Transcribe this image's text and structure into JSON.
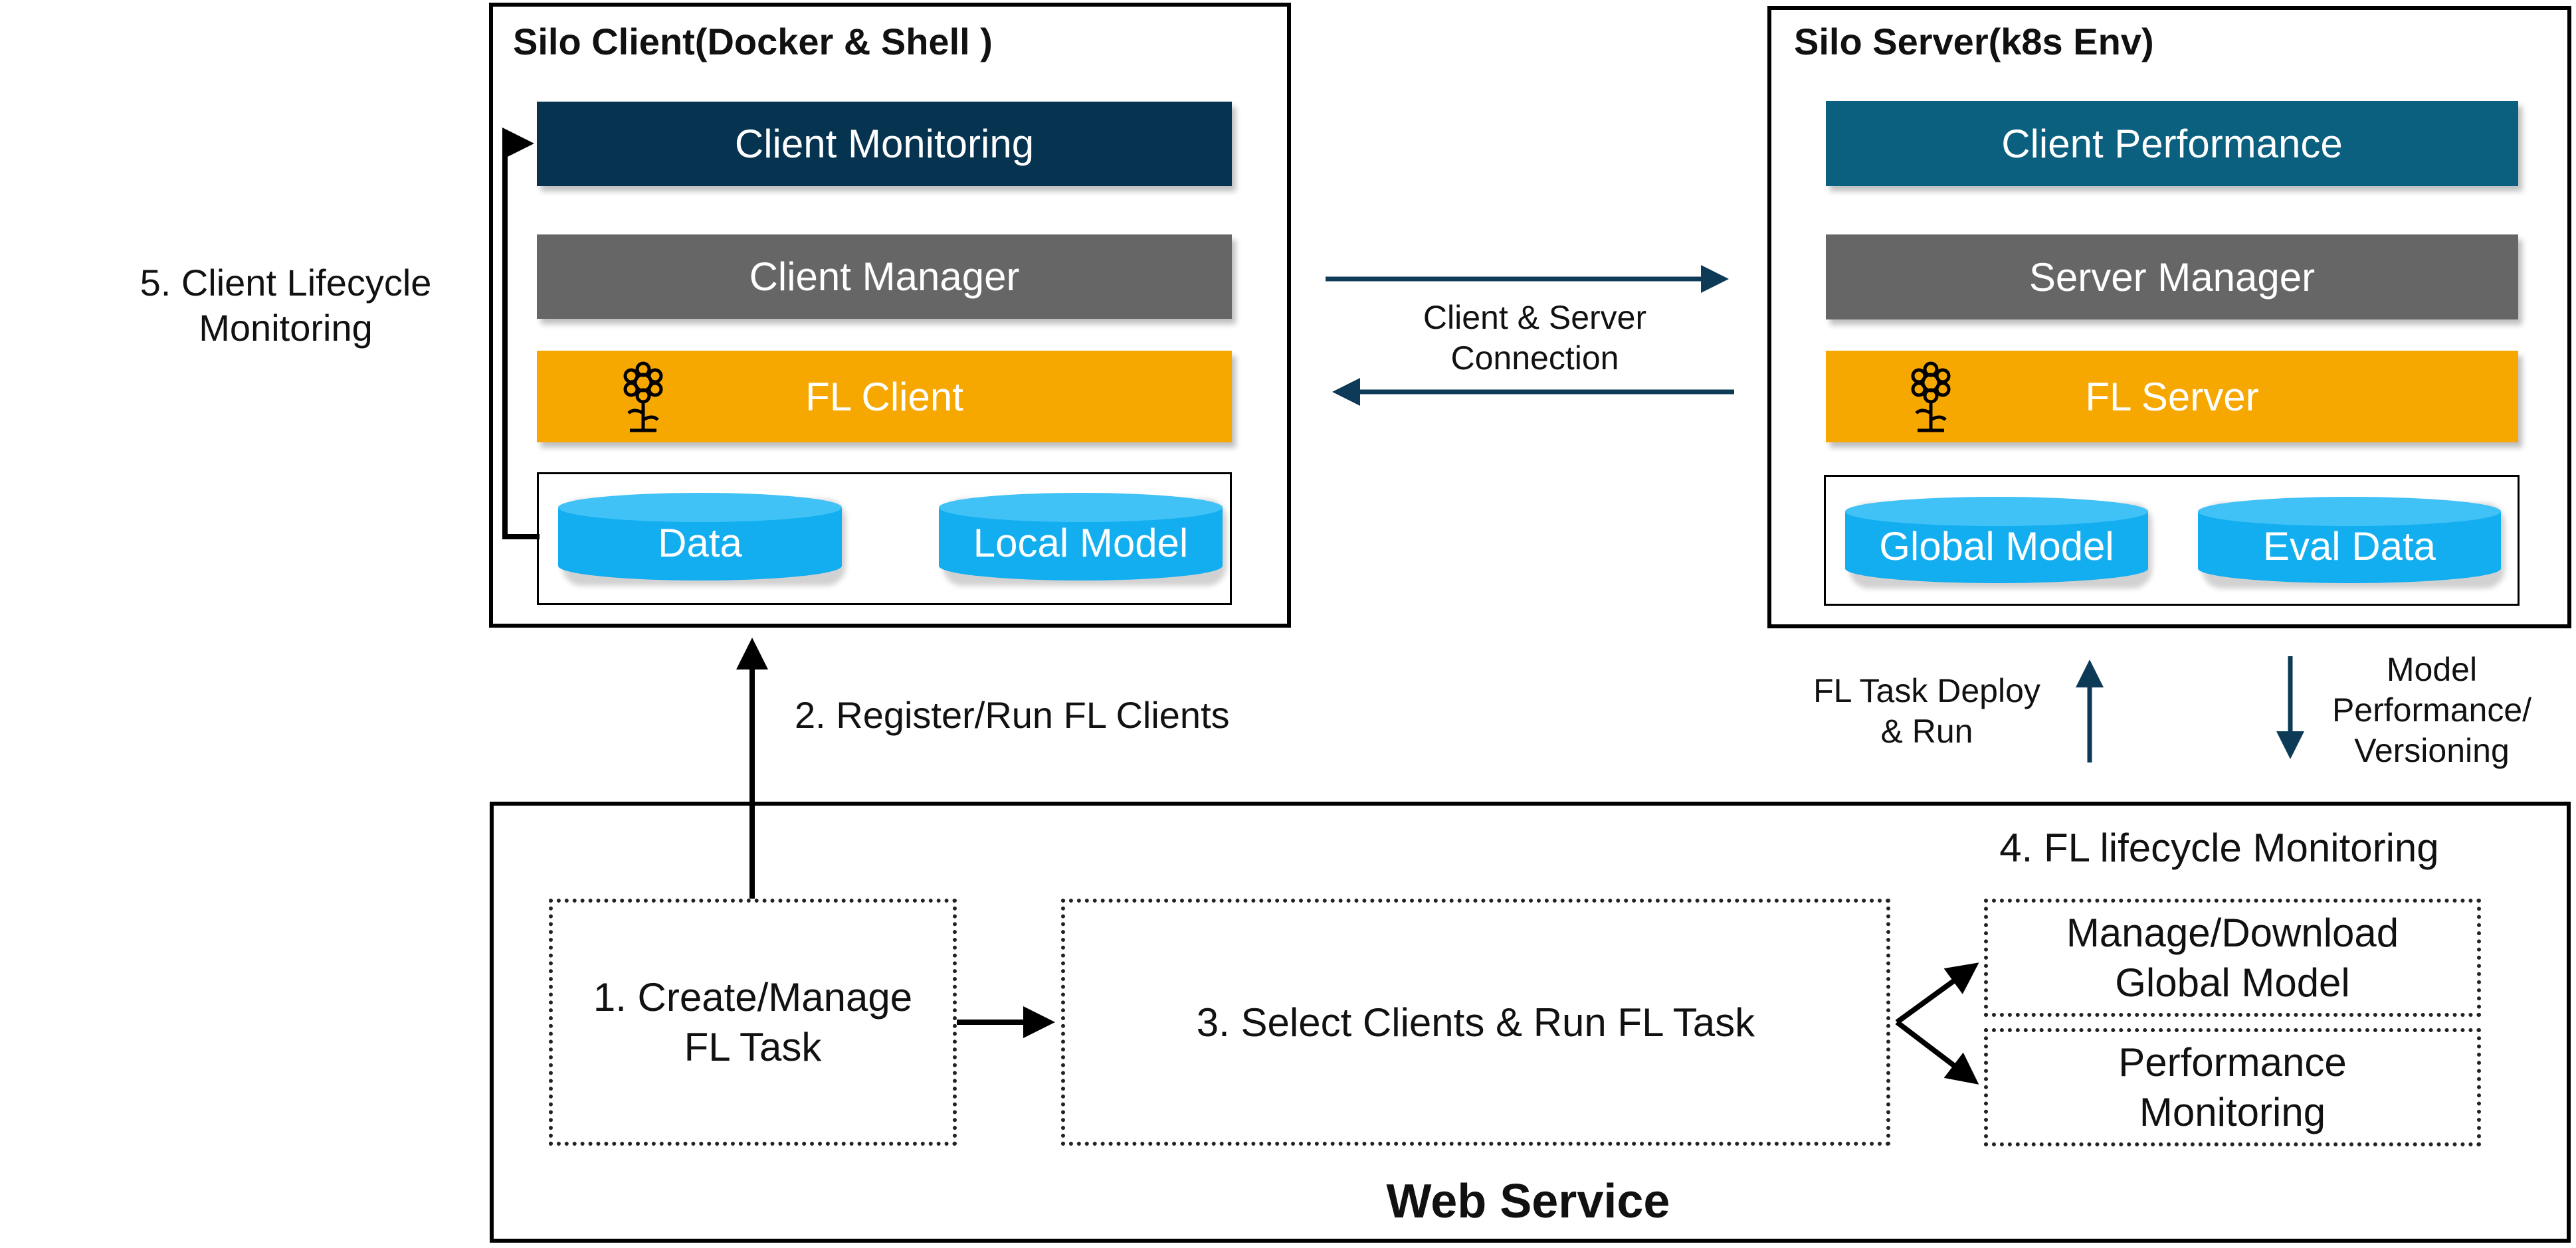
{
  "colors": {
    "navy": "#063450",
    "teal": "#0b5f7f",
    "gray": "#666666",
    "orange": "#f6a800",
    "cyan": "#13aef0",
    "arrow_blue": "#0c3a57"
  },
  "silo_client": {
    "title": "Silo Client(Docker & Shell )",
    "monitoring": "Client Monitoring",
    "manager": "Client Manager",
    "fl": "FL Client",
    "fl_icon": "flower-icon",
    "data": "Data",
    "model": "Local Model"
  },
  "silo_server": {
    "title": "Silo Server(k8s Env)",
    "performance": "Client Performance",
    "manager": "Server Manager",
    "fl": "FL Server",
    "fl_icon": "flower-icon",
    "global_model": "Global Model",
    "eval_data": "Eval Data"
  },
  "labels": {
    "lifecycle": "5. Client Lifecycle\nMonitoring",
    "connection": "Client & Server\nConnection",
    "register": "2. Register/Run FL Clients",
    "deploy": "FL Task Deploy\n& Run",
    "model_perf": "Model\nPerformance/\nVersioning"
  },
  "web_service": {
    "title": "Web Service",
    "create": "1. Create/Manage\nFL Task",
    "select": "3. Select Clients & Run FL Task",
    "monitoring_title": "4. FL lifecycle Monitoring",
    "manage_download": "Manage/Download\nGlobal Model",
    "performance": "Performance\nMonitoring"
  }
}
